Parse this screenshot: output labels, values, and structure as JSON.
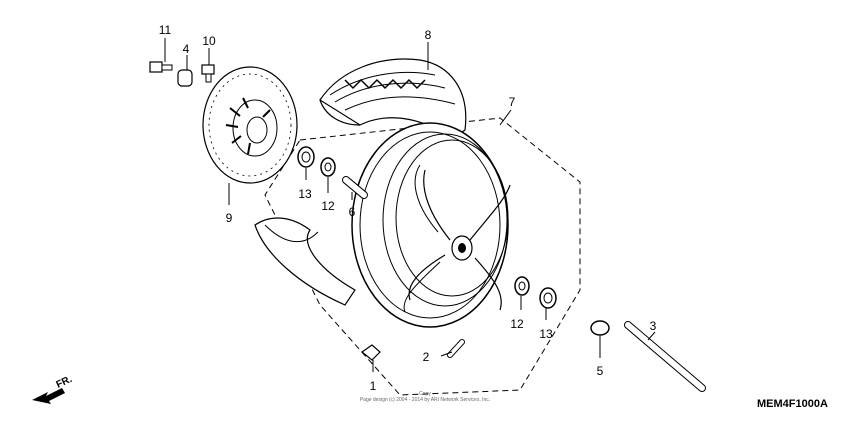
{
  "callouts": {
    "c1": "1",
    "c2": "2",
    "c3": "3",
    "c4": "4",
    "c5": "5",
    "c6": "6",
    "c7": "7",
    "c8": "8",
    "c9": "9",
    "c10": "10",
    "c11": "11",
    "c12a": "12",
    "c12b": "12",
    "c13a": "13",
    "c13b": "13"
  },
  "direction_label": "FR.",
  "diagram_code": "MEM4F1000A",
  "copyright_line1": "Copy",
  "copyright_line2": "Page design (c) 2004 - 2014 by ARI Network Services, Inc."
}
